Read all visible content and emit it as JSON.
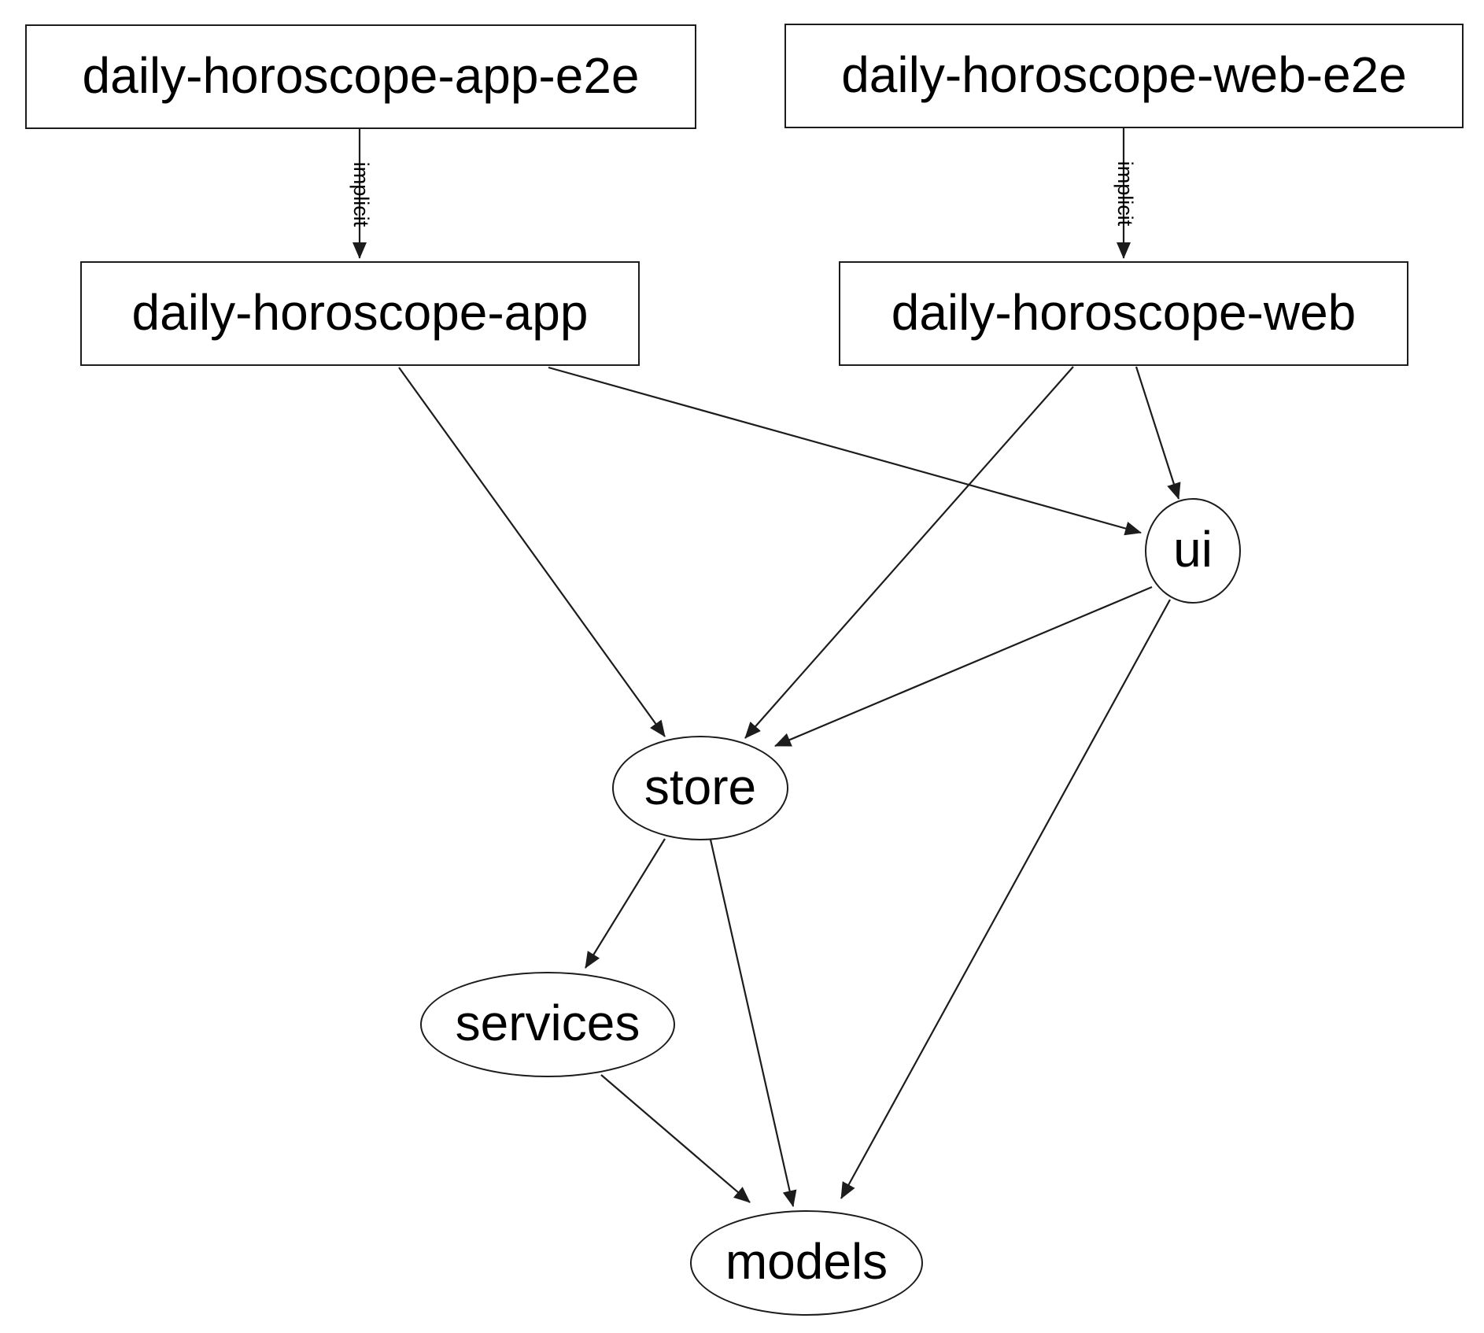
{
  "diagram": {
    "type": "dependency-graph",
    "background_color": "#ffffff",
    "node_fill_color": "#ffffff",
    "stroke_color": "#1c1c1c",
    "text_color": "#000000",
    "nodes": [
      {
        "id": "daily-horoscope-app-e2e",
        "label": "daily-horoscope-app-e2e",
        "shape": "rect"
      },
      {
        "id": "daily-horoscope-web-e2e",
        "label": "daily-horoscope-web-e2e",
        "shape": "rect"
      },
      {
        "id": "daily-horoscope-app",
        "label": "daily-horoscope-app",
        "shape": "rect"
      },
      {
        "id": "daily-horoscope-web",
        "label": "daily-horoscope-web",
        "shape": "rect"
      },
      {
        "id": "ui",
        "label": "ui",
        "shape": "ellipse"
      },
      {
        "id": "store",
        "label": "store",
        "shape": "ellipse"
      },
      {
        "id": "services",
        "label": "services",
        "shape": "ellipse"
      },
      {
        "id": "models",
        "label": "models",
        "shape": "ellipse"
      }
    ],
    "edges": [
      {
        "from": "daily-horoscope-app-e2e",
        "to": "daily-horoscope-app",
        "label": "implicit"
      },
      {
        "from": "daily-horoscope-web-e2e",
        "to": "daily-horoscope-web",
        "label": "implicit"
      },
      {
        "from": "daily-horoscope-app",
        "to": "store",
        "label": ""
      },
      {
        "from": "daily-horoscope-app",
        "to": "ui",
        "label": ""
      },
      {
        "from": "daily-horoscope-web",
        "to": "store",
        "label": ""
      },
      {
        "from": "daily-horoscope-web",
        "to": "ui",
        "label": ""
      },
      {
        "from": "ui",
        "to": "store",
        "label": ""
      },
      {
        "from": "ui",
        "to": "models",
        "label": ""
      },
      {
        "from": "store",
        "to": "services",
        "label": ""
      },
      {
        "from": "store",
        "to": "models",
        "label": ""
      },
      {
        "from": "services",
        "to": "models",
        "label": ""
      }
    ]
  }
}
